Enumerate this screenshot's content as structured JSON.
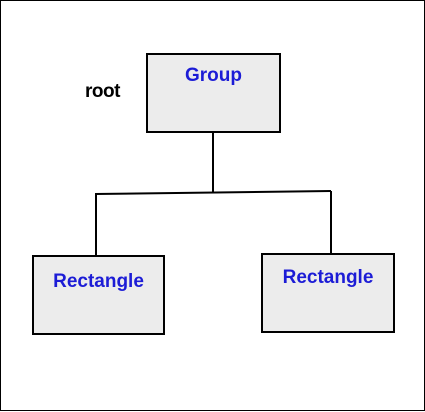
{
  "root_label": "root",
  "nodes": {
    "group": {
      "label": "Group"
    },
    "rect_left": {
      "label": "Rectangle"
    },
    "rect_right": {
      "label": "Rectangle"
    }
  },
  "edges": [
    {
      "from": "Group",
      "to": "Rectangle (left)"
    },
    {
      "from": "Group",
      "to": "Rectangle (right)"
    }
  ],
  "colors": {
    "node_fill": "#ececec",
    "node_border": "#000000",
    "label_text": "#1c1cd6",
    "connector": "#000000"
  }
}
